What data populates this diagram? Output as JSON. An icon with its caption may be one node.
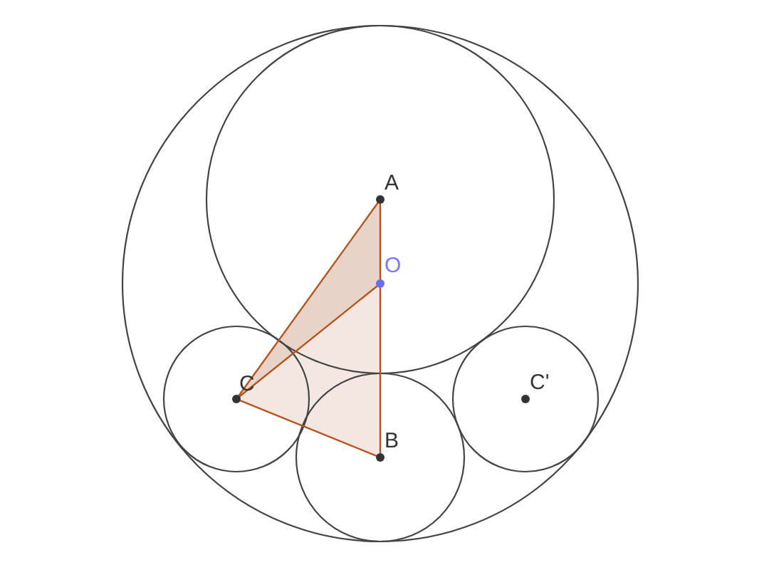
{
  "diagram": {
    "nodes": [
      {
        "text": [
          "A"
        ]
      },
      {
        "text": [
          "O"
        ]
      },
      {
        "text": [
          "C"
        ]
      },
      {
        "text": [
          "B"
        ]
      },
      {
        "text": [
          "C'"
        ]
      }
    ],
    "edges": [
      {
        "from": 0,
        "to": 2,
        "arrow": "none"
      },
      {
        "from": 2,
        "to": 1,
        "arrow": "none"
      },
      {
        "from": 2,
        "to": 3,
        "arrow": "none"
      },
      {
        "from": 0,
        "to": 1,
        "arrow": "none"
      },
      {
        "from": 1,
        "to": 3,
        "arrow": "none"
      }
    ]
  }
}
